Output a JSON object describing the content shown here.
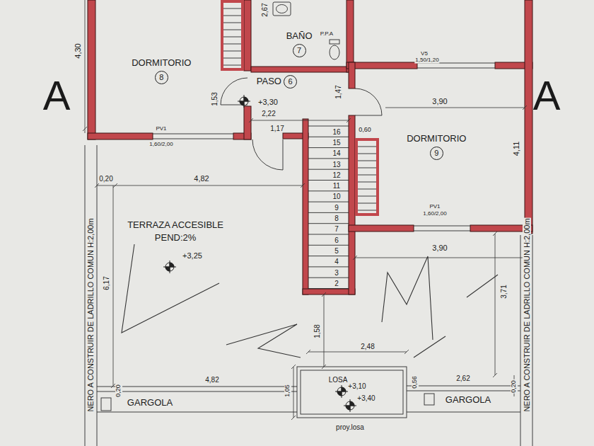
{
  "diagram": {
    "nodes": [
      {
        "text": [
          "DORMITORIO",
          "8"
        ]
      },
      {
        "text": [
          "BAÑO",
          "7"
        ]
      },
      {
        "text": [
          "PASO",
          "6"
        ]
      },
      {
        "text": [
          "DORMITORIO",
          "9"
        ]
      },
      {
        "text": [
          "TERRAZA ACCESIBLE",
          "PEND:2%"
        ]
      }
    ],
    "labels": [
      "A",
      "A",
      "4,30",
      "2,67",
      "P.P.A",
      "+3,30",
      "1,53",
      "2,22",
      "1,47",
      "V5",
      "1,50/1,20",
      "PV1",
      "1,60/2,00",
      "1,17",
      "3,90",
      "4,11",
      "0,60",
      "16",
      "15",
      "14",
      "13",
      "12",
      "11",
      "10",
      "9",
      "8",
      "7",
      "6",
      "5",
      "4",
      "3",
      "2",
      "PV1",
      "1,60/2,00",
      "0,20",
      "4,82",
      "3,90",
      "+3,25",
      "6,17",
      "3,71",
      "1,58",
      "2,48",
      "1,05",
      "0,56",
      "2,62",
      "0,20",
      "4,82",
      "0,20",
      "GARGOLA",
      "GARGOLA",
      "LOSA",
      "+3,10",
      "+3,40",
      "proy.losa",
      "NERO A CONSTRUIR DE LADRILLO COMUN H:2,00m",
      "NERO A CONSTRUIR DE LADRILLO COMUN H:2,00m"
    ]
  }
}
